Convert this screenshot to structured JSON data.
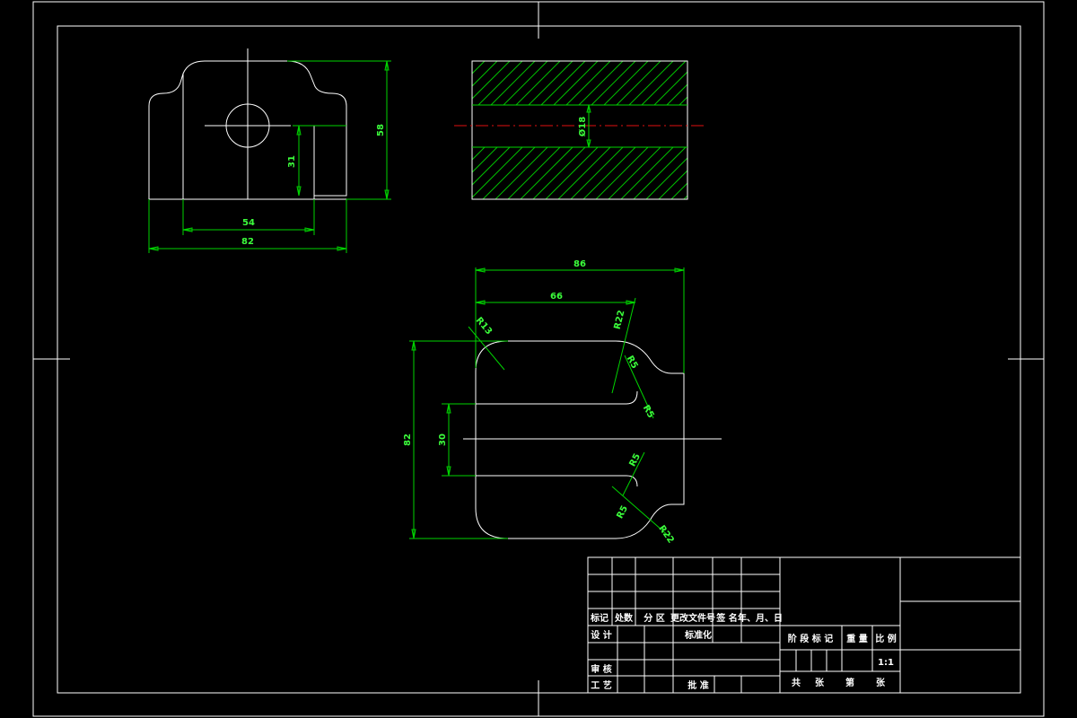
{
  "colors": {
    "background": "#000000",
    "outline": "#ffffff",
    "dimension": "#00d400",
    "dimension_text": "#3cff3c",
    "hatch": "#00c000",
    "centerline_red": "#e01010"
  },
  "front_view": {
    "dim_width_inner": "54",
    "dim_width_outer": "82",
    "dim_height": "58",
    "dim_slot": "31"
  },
  "section_view": {
    "dim_hole": "Ø18"
  },
  "top_view": {
    "dim_length": "86",
    "dim_inner_length": "66",
    "dim_height": "82",
    "dim_slot": "30",
    "radius_r13": "R13",
    "radius_r22_top": "R22",
    "radius_r5_a": "R5",
    "radius_r5_b": "R5",
    "radius_r5_c": "R5",
    "radius_r5_d": "R5",
    "radius_r22_bottom": "R22"
  },
  "title_block": {
    "label_mark": "标记",
    "label_count": "处数",
    "label_zone": "分 区",
    "label_change_doc": "更改文件号",
    "label_sign": "签 名",
    "label_date": "年、月、日",
    "label_design": "设 计",
    "label_standardize": "标准化",
    "label_review": "审 核",
    "label_process": "工 艺",
    "label_approve": "批 准",
    "label_stage": "阶 段 标 记",
    "label_weight": "重 量",
    "label_scale": "比 例",
    "scale_value": "1:1",
    "label_total": "共",
    "label_sheets": "张",
    "label_page": "第",
    "label_sheet_end": "张"
  }
}
